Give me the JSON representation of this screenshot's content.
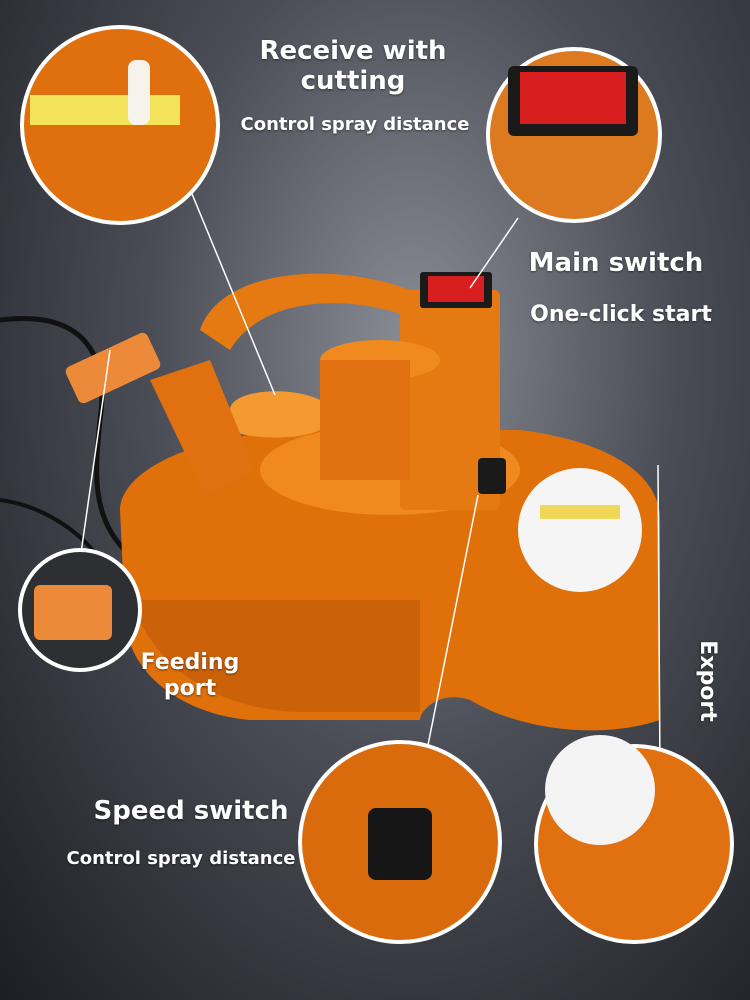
{
  "labels": {
    "receive_with_cutting": "Receive with\ncutting",
    "control_spray_distance_top": "Control spray distance",
    "main_switch": "Main switch",
    "one_click_start": "One-click start",
    "feeding_port": "Feeding\nport",
    "speed_switch": "Speed switch",
    "control_spray_distance_bottom": "Control spray distance",
    "export": "Export"
  },
  "colors": {
    "body_orange": "#e0700a",
    "switch_red": "#d81e1e",
    "background_dark": "#1c1e23"
  }
}
